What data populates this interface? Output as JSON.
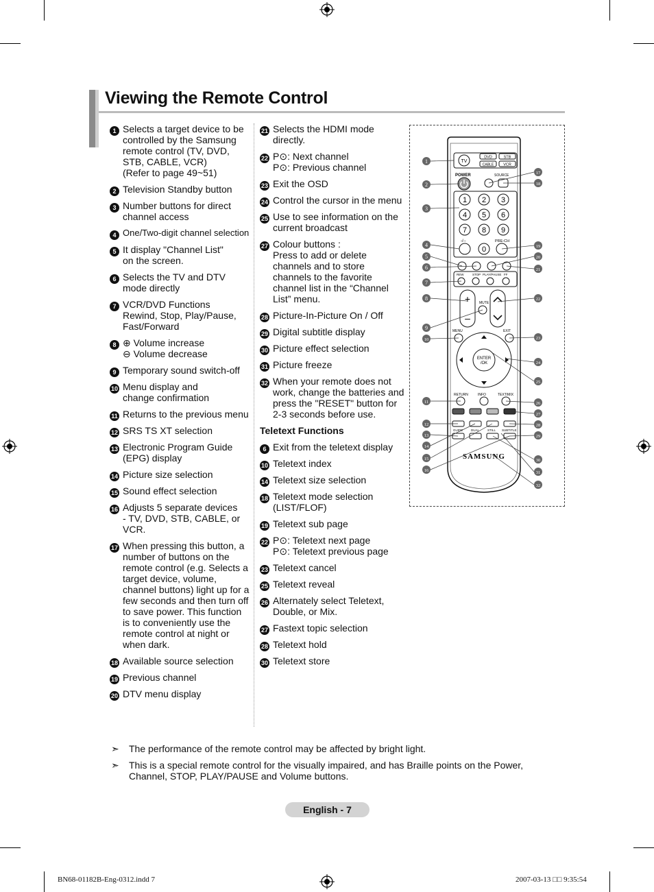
{
  "title": "Viewing the Remote Control",
  "left_items": [
    {
      "n": "1",
      "text": "Selects a target device to be controlled by the Samsung remote control (TV, DVD, STB, CABLE, VCR)\n(Refer to page 49~51)"
    },
    {
      "n": "2",
      "text": "Television Standby button"
    },
    {
      "n": "3",
      "text": "Number buttons for direct channel access"
    },
    {
      "n": "4",
      "text": "One/Two-digit channel selection",
      "small": true
    },
    {
      "n": "5",
      "text": "It display \"Channel List\"\non the screen."
    },
    {
      "n": "6",
      "text": "Selects the TV and DTV mode directly"
    },
    {
      "n": "7",
      "text": "VCR/DVD Functions\nRewind, Stop, Play/Pause, Fast/Forward"
    },
    {
      "n": "8",
      "text": "⊕ Volume increase\n⊖ Volume decrease"
    },
    {
      "n": "9",
      "text": "Temporary sound switch-off"
    },
    {
      "n": "10",
      "text": "Menu display and\nchange confirmation"
    },
    {
      "n": "11",
      "text": "Returns to the previous menu"
    },
    {
      "n": "12",
      "text": "SRS TS XT selection"
    },
    {
      "n": "13",
      "text": "Electronic Program Guide (EPG) display"
    },
    {
      "n": "14",
      "text": "Picture size selection"
    },
    {
      "n": "15",
      "text": "Sound effect selection"
    },
    {
      "n": "16",
      "text": "Adjusts 5 separate devices\n- TV, DVD, STB, CABLE, or VCR."
    },
    {
      "n": "17",
      "text": "When pressing this button, a number of buttons on the remote control (e.g. Selects a target device, volume, channel buttons) light up for a few seconds and then turn off to save power. This function is to conveniently use the remote control at night or when dark."
    },
    {
      "n": "18",
      "text": "Available source selection"
    },
    {
      "n": "19",
      "text": "Previous channel"
    },
    {
      "n": "20",
      "text": "DTV menu display"
    }
  ],
  "right_items": [
    {
      "n": "21",
      "text": "Selects the HDMI mode directly."
    },
    {
      "n": "22",
      "text": "P⊙: Next channel\nP⊙: Previous channel"
    },
    {
      "n": "23",
      "text": "Exit the OSD"
    },
    {
      "n": "24",
      "text": "Control the cursor in the menu"
    },
    {
      "n": "25",
      "text": "Use to see information on the current broadcast"
    },
    {
      "n": "27",
      "text": " Colour buttons :\nPress to add or delete channels and to store channels to the favorite channel list in the “Channel List” menu."
    },
    {
      "n": "28",
      "text": "Picture-In-Picture On / Off"
    },
    {
      "n": "29",
      "text": "Digital subtitle display"
    },
    {
      "n": "30",
      "text": "Picture effect selection"
    },
    {
      "n": "31",
      "text": "Picture freeze"
    },
    {
      "n": "32",
      "text": "When your remote does not work, change the batteries and press the \"RESET\" button for 2-3 seconds before use."
    }
  ],
  "teletext_heading": "Teletext Functions",
  "teletext_items": [
    {
      "n": "6",
      "text": "Exit from the teletext display"
    },
    {
      "n": "10",
      "text": "Teletext index"
    },
    {
      "n": "14",
      "text": "Teletext size selection"
    },
    {
      "n": "18",
      "text": "Teletext mode selection (LIST/FLOF)"
    },
    {
      "n": "19",
      "text": "Teletext sub page"
    },
    {
      "n": "22",
      "text": "P⊙: Teletext next page\nP⊙: Teletext previous page"
    },
    {
      "n": "23",
      "text": "Teletext cancel"
    },
    {
      "n": "25",
      "text": "Teletext reveal"
    },
    {
      "n": "26",
      "text": "Alternately select Teletext, Double, or Mix."
    },
    {
      "n": "27",
      "text": "Fastext topic selection"
    },
    {
      "n": "28",
      "text": "Teletext hold"
    },
    {
      "n": "30",
      "text": "Teletext store"
    }
  ],
  "remote": {
    "brand": "SAMSUNG",
    "labels": {
      "tv": "TV",
      "dvd": "DVD",
      "stb": "STB",
      "cable": "CABLE",
      "vcr": "VCR",
      "power": "POWER",
      "source": "SOURCE",
      "prech": "PRE-CH",
      "mute": "MUTE",
      "menu": "MENU",
      "exit": "EXIT",
      "enter": "ENTER",
      "ok": "/OK",
      "return": "RETURN",
      "info": "INFO",
      "textmix": "TEXT/MIX",
      "guide": "GUIDE",
      "dual": "DUAL",
      "still": "STILL",
      "subtitle": "SUBTITLE",
      "rew": "REW",
      "stop": "STOP",
      "playpause": "PLAY/PAUSE",
      "ff": "FF"
    },
    "digits": [
      "1",
      "2",
      "3",
      "4",
      "5",
      "6",
      "7",
      "8",
      "9",
      "0"
    ],
    "left_callouts": [
      "1",
      "2",
      "3",
      "4",
      "5",
      "6",
      "7",
      "8",
      "9",
      "10",
      "11",
      "12",
      "13",
      "14",
      "15",
      "16"
    ],
    "right_callouts": [
      "17",
      "18",
      "19",
      "20",
      "21",
      "22",
      "23",
      "24",
      "25",
      "26",
      "27",
      "28",
      "29",
      "30",
      "31",
      "32"
    ]
  },
  "notes": [
    "The performance of the remote control may be affected by bright light.",
    "This is a special remote control for the visually impaired, and has Braille points on the Power, Channel, STOP, PLAY/PAUSE and Volume buttons."
  ],
  "note_arrow": "➣",
  "page_label": "English - 7",
  "footer_left": "BN68-01182B-Eng-0312.indd   7",
  "footer_right": "2007-03-13   □□ 9:35:54"
}
